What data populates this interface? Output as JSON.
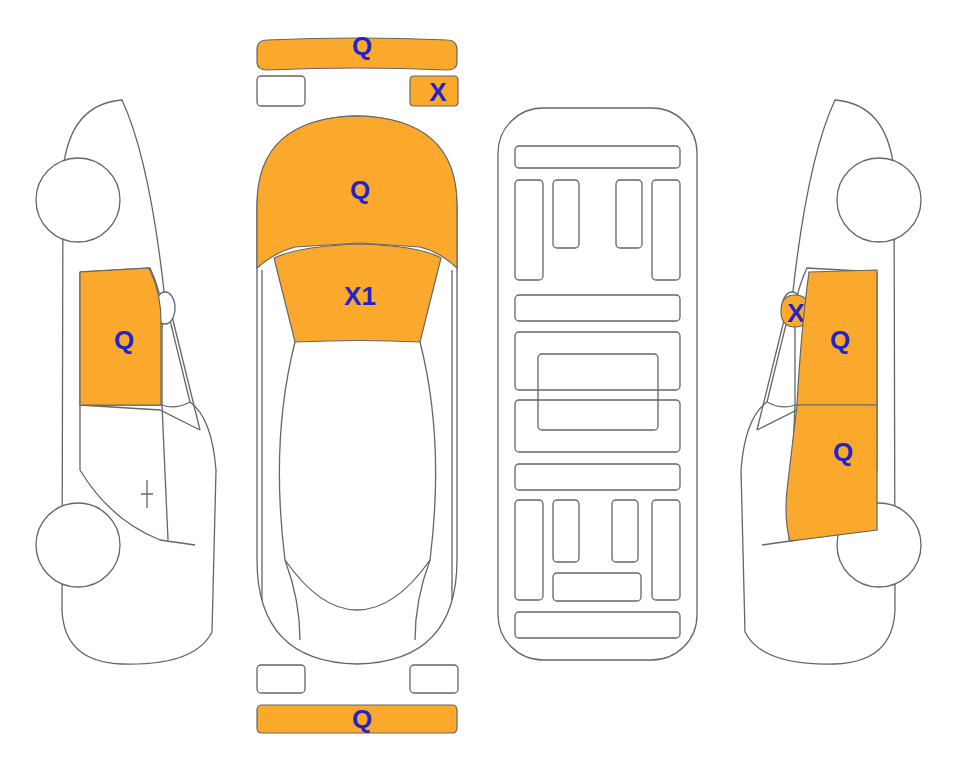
{
  "diagram": {
    "nodes": [
      {
        "text": [
          "Q"
        ]
      },
      {
        "text": [
          "X"
        ]
      },
      {
        "text": [
          "Q"
        ]
      },
      {
        "text": [
          "X1"
        ]
      },
      {
        "text": [
          "Q"
        ]
      },
      {
        "text": [
          "X"
        ]
      },
      {
        "text": [
          "Q"
        ]
      },
      {
        "text": [
          "Q"
        ]
      },
      {
        "text": [
          "Q"
        ]
      }
    ]
  }
}
